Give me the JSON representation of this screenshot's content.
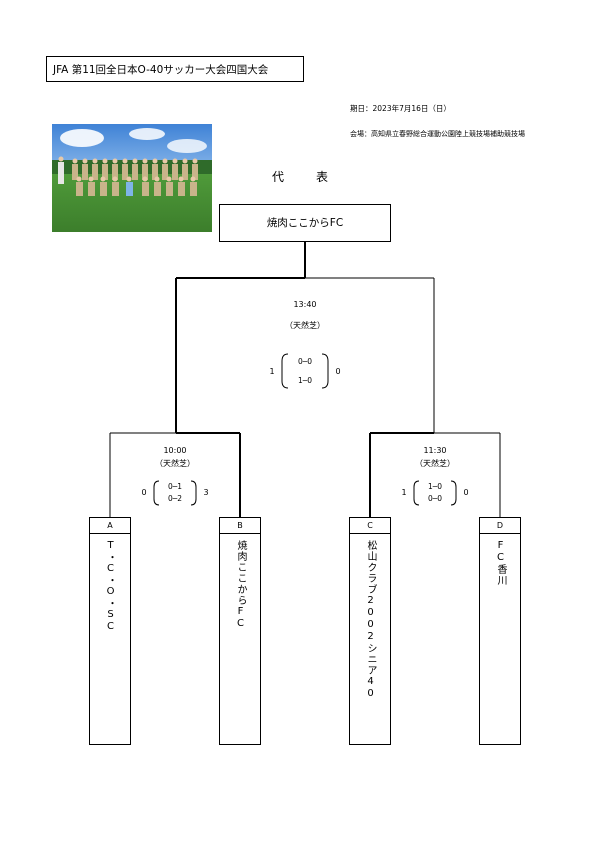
{
  "header": {
    "title": "JFA 第11回全日本O-40サッカー大会四国大会",
    "date": "期日：2023年7月16日（日）",
    "venue": "会場：高知県立春野総合運動公園陸上競技場補助競技場"
  },
  "representative": {
    "label": "代　表",
    "team": "焼肉ここからFC"
  },
  "final": {
    "time": "13:40",
    "surface": "（天然芝）",
    "left_total": "1",
    "right_total": "0",
    "half1": "0─0",
    "half2": "1─0"
  },
  "semi_left": {
    "time": "10:00",
    "surface": "（天然芝）",
    "left_total": "0",
    "right_total": "3",
    "half1": "0─1",
    "half2": "0─2"
  },
  "semi_right": {
    "time": "11:30",
    "surface": "（天然芝）",
    "left_total": "1",
    "right_total": "0",
    "half1": "1─0",
    "half2": "0─0"
  },
  "teams": [
    {
      "slot": "A",
      "name": "T・C・O・SC"
    },
    {
      "slot": "B",
      "name": "焼肉ここからFC"
    },
    {
      "slot": "C",
      "name": "松山クラブ2002シニア40"
    },
    {
      "slot": "D",
      "name": "FC香川"
    }
  ]
}
